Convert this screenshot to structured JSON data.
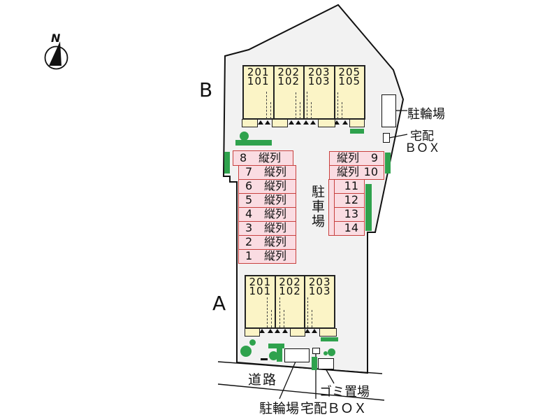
{
  "compass": {
    "label": "N"
  },
  "building_b": {
    "label": "B",
    "units": [
      {
        "upper": "201",
        "lower": "101"
      },
      {
        "upper": "202",
        "lower": "102"
      },
      {
        "upper": "203",
        "lower": "103"
      },
      {
        "upper": "205",
        "lower": "105"
      }
    ]
  },
  "building_a": {
    "label": "A",
    "units": [
      {
        "upper": "201",
        "lower": "101"
      },
      {
        "upper": "202",
        "lower": "102"
      },
      {
        "upper": "203",
        "lower": "103"
      }
    ]
  },
  "parking": {
    "area_label": "駐車場",
    "left_rows": [
      {
        "num": "8",
        "type": "縦列"
      },
      {
        "num": "7",
        "type": "縦列"
      },
      {
        "num": "6",
        "type": "縦列"
      },
      {
        "num": "5",
        "type": "縦列"
      },
      {
        "num": "4",
        "type": "縦列"
      },
      {
        "num": "3",
        "type": "縦列"
      },
      {
        "num": "2",
        "type": "縦列"
      },
      {
        "num": "1",
        "type": "縦列"
      }
    ],
    "right_tandem_rows": [
      {
        "type": "縦列",
        "num": "9"
      },
      {
        "type": "縦列",
        "num": "10"
      }
    ],
    "right_rows": [
      {
        "num": "11"
      },
      {
        "num": "12"
      },
      {
        "num": "13"
      },
      {
        "num": "14"
      }
    ]
  },
  "facilities": {
    "bicycle_b_label": "駐輪場",
    "delivery_b_line1": "宅配",
    "delivery_b_line2": "ＢＯＸ",
    "road_label": "道路",
    "garbage_label": "ゴミ置場",
    "bicycle_a_label": "駐輪場",
    "delivery_a_label": "宅配ＢＯＸ"
  },
  "colors": {
    "site_fill": "#F2F2F2",
    "building_fill": "#FBF4C6",
    "parking_fill": "#FADCE2",
    "parking_border": "#C8403E",
    "green": "#2FA24D",
    "line": "#111111"
  }
}
